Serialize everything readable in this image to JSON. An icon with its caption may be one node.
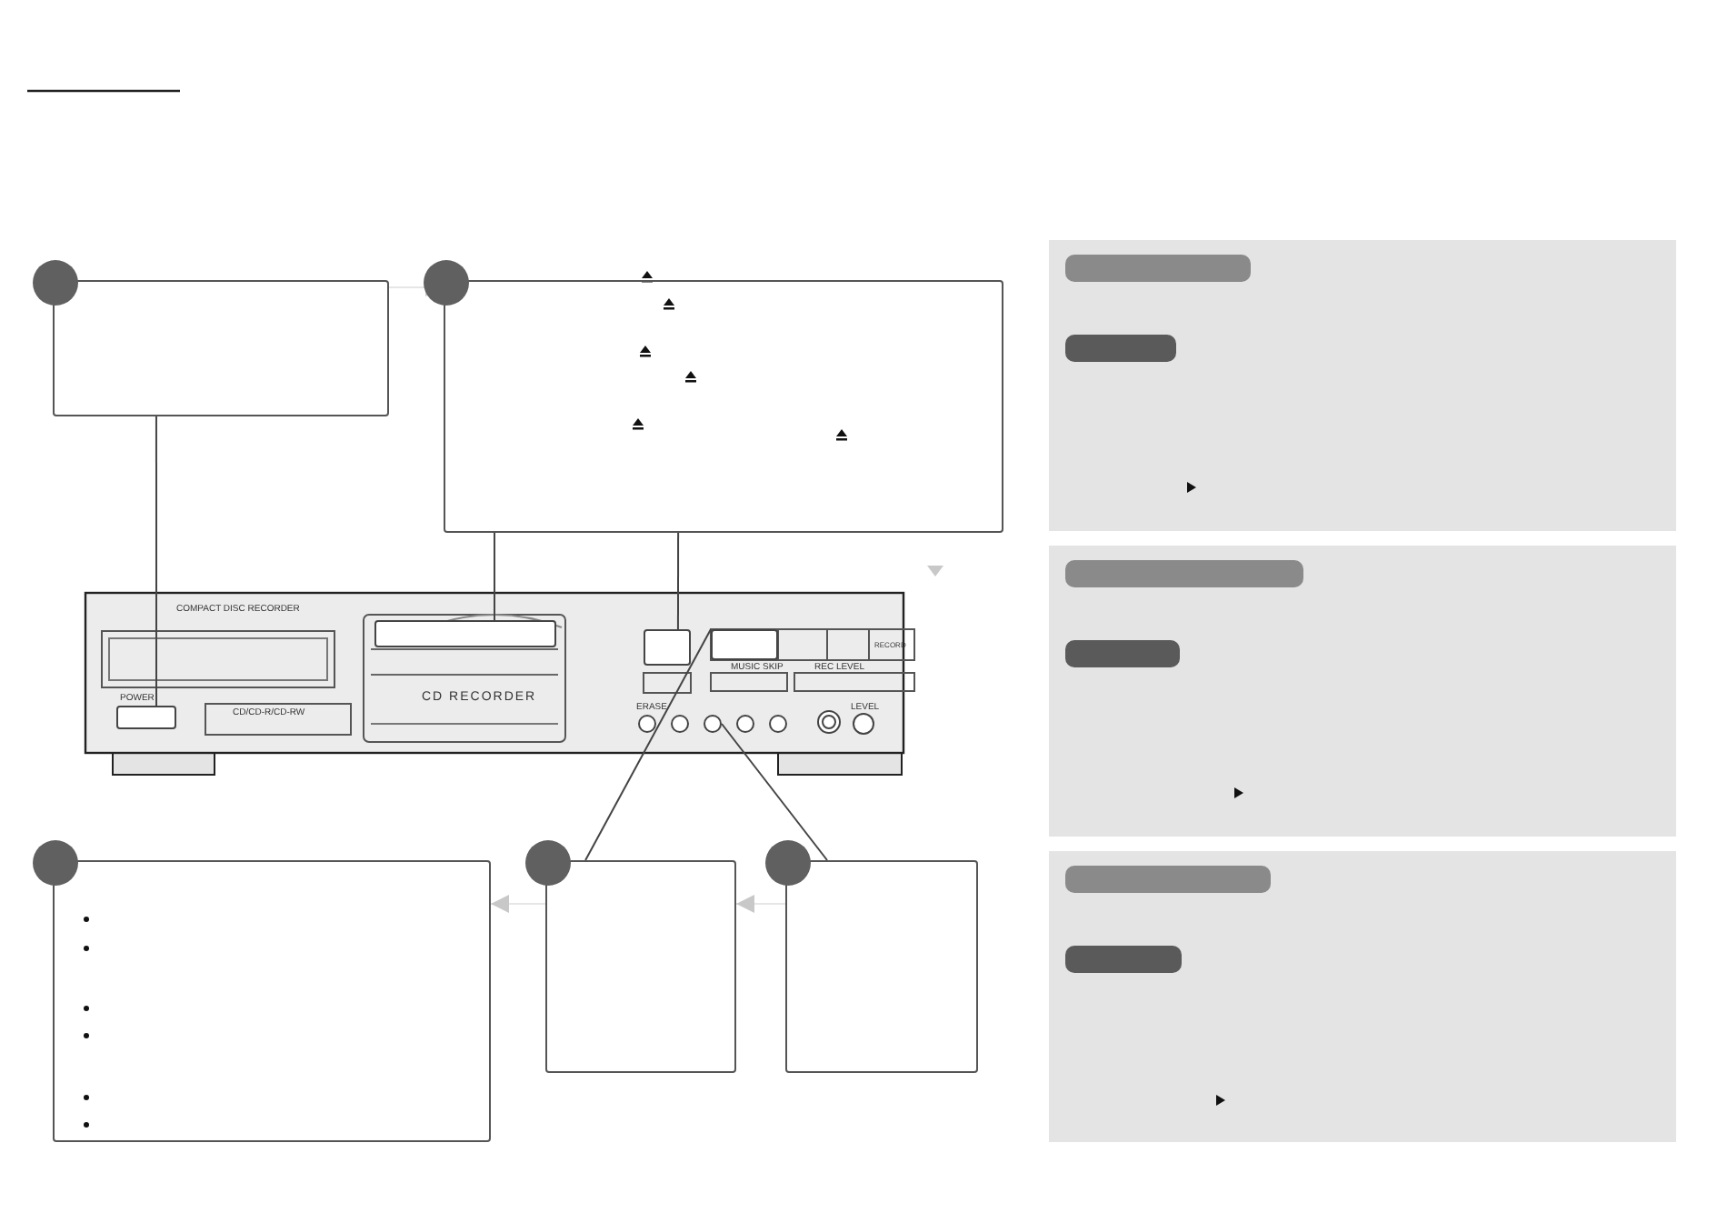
{
  "diagram": {
    "nodes": [
      {
        "text": [],
        "shape": "box"
      },
      {
        "text": [],
        "shape": "box"
      },
      {
        "text": [],
        "shape": "box"
      },
      {
        "text": [],
        "shape": "box"
      },
      {
        "text": [],
        "shape": "box"
      },
      {
        "text": [],
        "shape": "box"
      },
      {
        "text": [],
        "shape": "box"
      },
      {
        "text": [],
        "shape": "box"
      },
      {
        "text": [],
        "shape": "box"
      },
      {
        "text": [],
        "shape": "circle"
      }
    ],
    "edges": [
      {
        "from": 0,
        "to": 2,
        "arrow": "none"
      },
      {
        "from": 1,
        "to": 3,
        "arrow": "none"
      },
      {
        "from": 1,
        "to": 4,
        "arrow": "none"
      },
      {
        "from": 6,
        "to": 8,
        "arrow": "none"
      },
      {
        "from": 7,
        "to": 9,
        "arrow": "none"
      },
      {
        "from": 0,
        "to": 1,
        "arrow": "to",
        "color": "#c8c8c8"
      },
      {
        "from": 6,
        "to": 5,
        "arrow": "to",
        "color": "#c8c8c8"
      },
      {
        "from": 7,
        "to": 6,
        "arrow": "to",
        "color": "#c8c8c8"
      }
    ],
    "labels": [
      "COMPACT DISC RECORDER",
      "POWER",
      "CD/CD-R/CD-RW",
      "CD RECORDER",
      "MUSIC SKIP",
      "REC LEVEL",
      "RECORD",
      "ERASE",
      "LEVEL"
    ]
  }
}
